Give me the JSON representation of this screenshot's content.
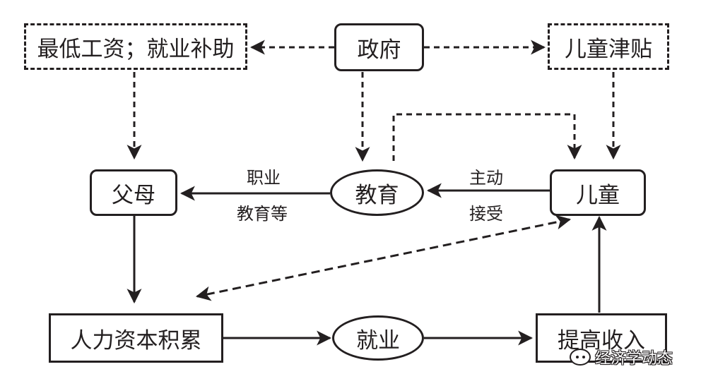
{
  "diagram": {
    "nodes": {
      "wage": "最低工资；就业补助",
      "government": "政府",
      "allowance": "儿童津贴",
      "parents": "父母",
      "education": "教育",
      "child": "儿童",
      "capital": "人力资本积累",
      "employment": "就业",
      "income": "提高收入"
    },
    "edge_labels": {
      "vocational_line1": "职业",
      "vocational_line2": "教育等",
      "active_line1": "主动",
      "active_line2": "接受"
    },
    "edges": [
      {
        "from": "government",
        "to": "wage",
        "style": "dashed"
      },
      {
        "from": "government",
        "to": "allowance",
        "style": "dashed"
      },
      {
        "from": "government",
        "to": "education",
        "style": "dashed"
      },
      {
        "from": "wage",
        "to": "parents",
        "style": "dashed"
      },
      {
        "from": "allowance",
        "to": "child",
        "style": "dashed"
      },
      {
        "from": "education",
        "to": "child",
        "style": "dashed"
      },
      {
        "from": "child",
        "to": "education",
        "style": "solid",
        "label": "主动接受"
      },
      {
        "from": "education",
        "to": "parents",
        "style": "solid",
        "label": "职业教育等"
      },
      {
        "from": "parents",
        "to": "capital",
        "style": "solid"
      },
      {
        "from": "capital",
        "to": "employment",
        "style": "solid"
      },
      {
        "from": "employment",
        "to": "income",
        "style": "solid"
      },
      {
        "from": "income",
        "to": "child",
        "style": "solid"
      },
      {
        "from": "child",
        "to": "capital",
        "style": "dashed-bidirectional"
      }
    ]
  },
  "watermark": {
    "text": "经济学动态",
    "icon": "wechat-icon"
  },
  "colors": {
    "ink": "#231f20",
    "background": "#ffffff"
  }
}
